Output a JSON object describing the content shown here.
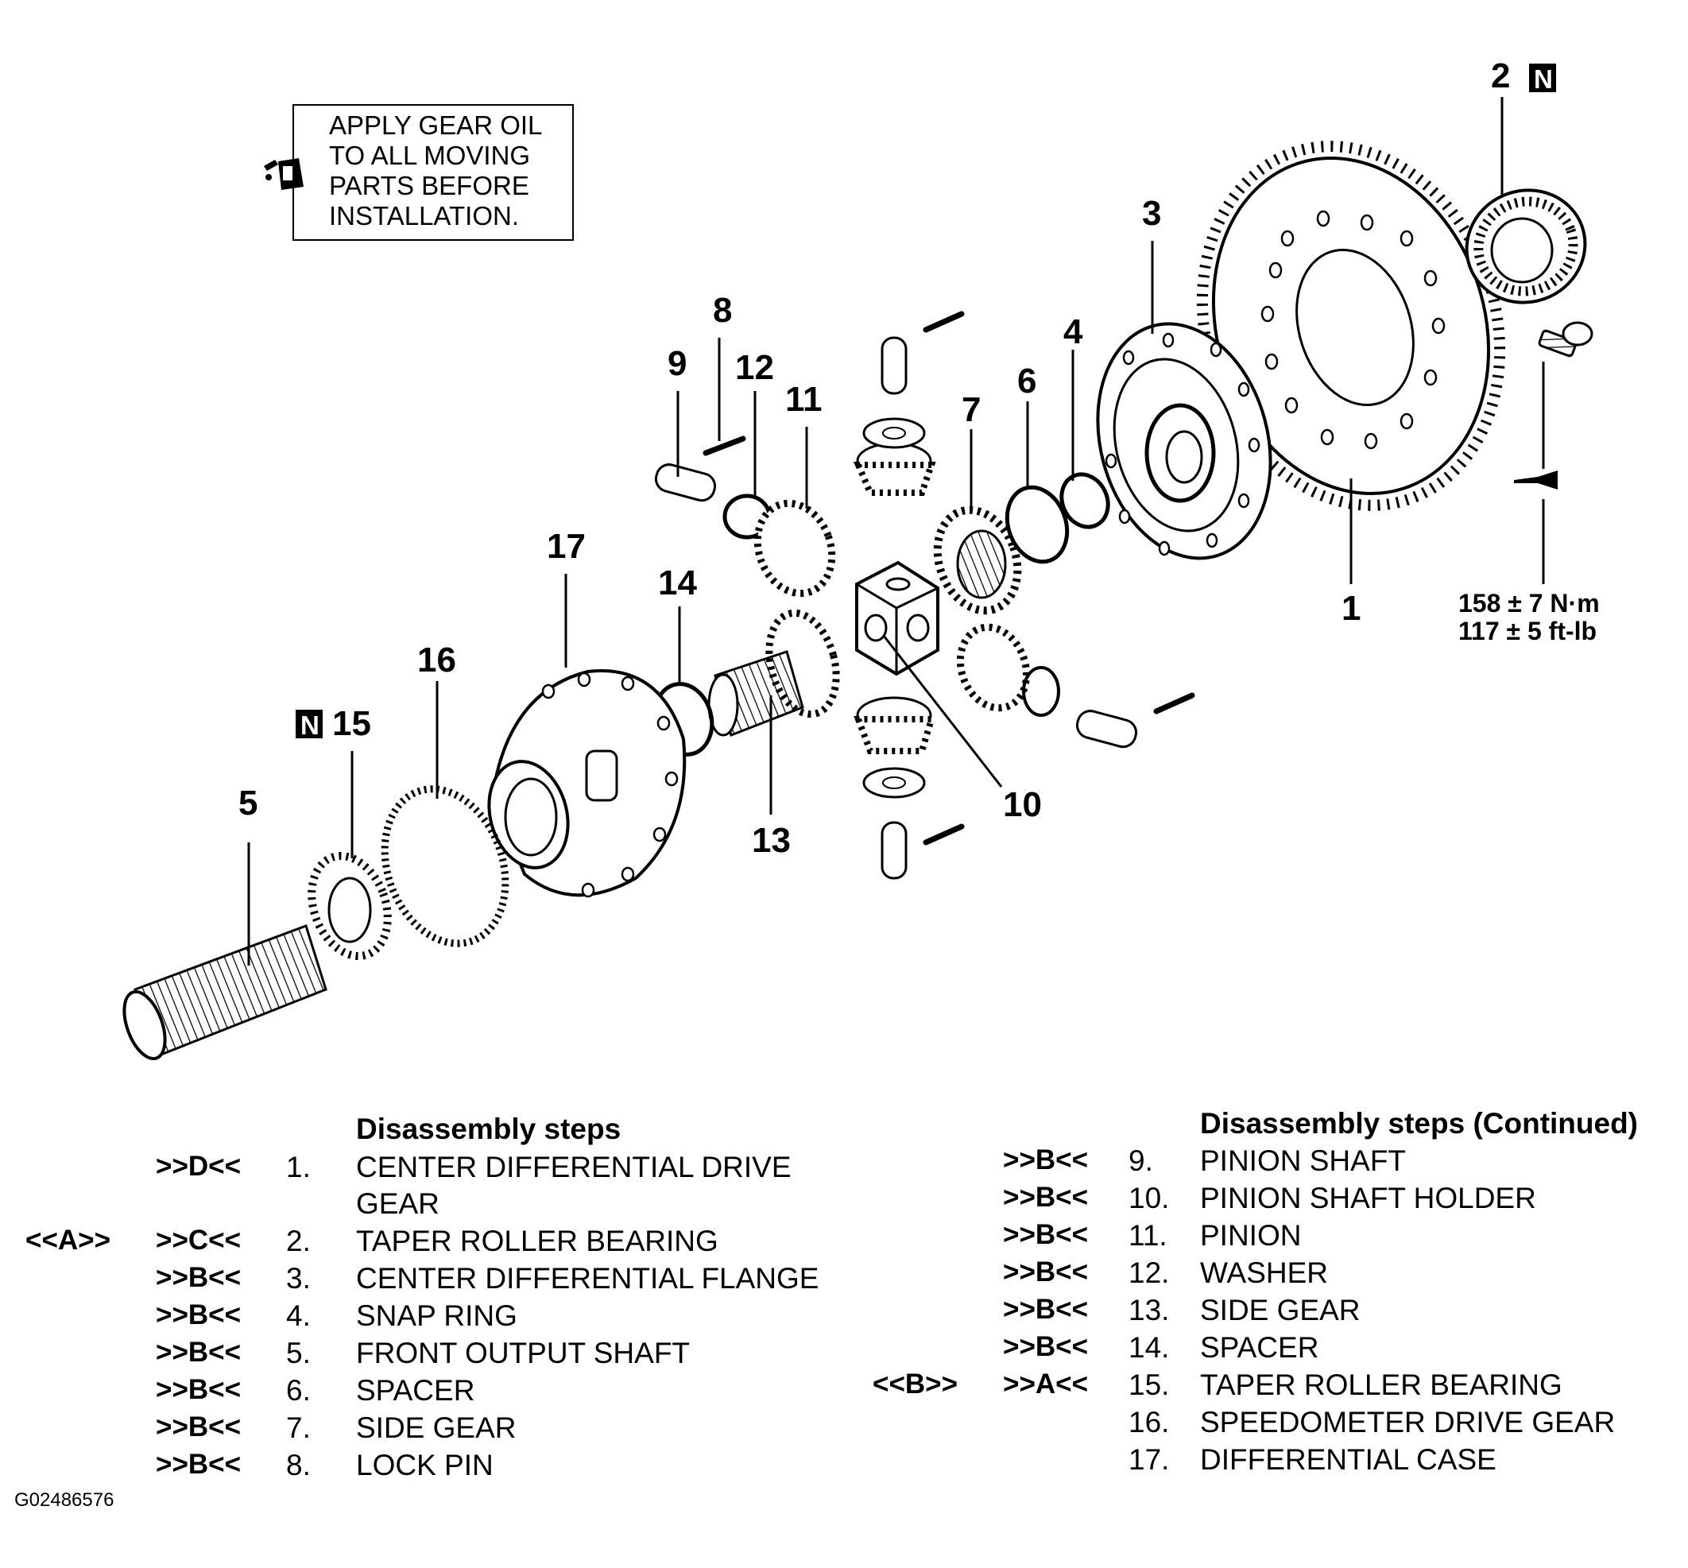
{
  "note": {
    "lines": [
      "APPLY GEAR OIL",
      "TO ALL MOVING",
      "PARTS BEFORE",
      "INSTALLATION."
    ],
    "icon": "oil-can-icon"
  },
  "callouts": [
    "1",
    "2",
    "3",
    "4",
    "5",
    "6",
    "7",
    "8",
    "9",
    "10",
    "11",
    "12",
    "13",
    "14",
    "15",
    "16",
    "17"
  ],
  "new_part_mark": "N",
  "torque": {
    "metric": "158 ± 7 N·m",
    "imperial": "117 ± 5 ft-lb"
  },
  "steps_left": {
    "header": "Disassembly steps",
    "items": [
      {
        "install": "",
        "remove": ">>D<<",
        "num": "1.",
        "name": "CENTER DIFFERENTIAL DRIVE",
        "name2": "GEAR"
      },
      {
        "install": "<<A>>",
        "remove": ">>C<<",
        "num": "2.",
        "name": "TAPER ROLLER BEARING"
      },
      {
        "install": "",
        "remove": ">>B<<",
        "num": "3.",
        "name": "CENTER DIFFERENTIAL FLANGE"
      },
      {
        "install": "",
        "remove": ">>B<<",
        "num": "4.",
        "name": "SNAP RING"
      },
      {
        "install": "",
        "remove": ">>B<<",
        "num": "5.",
        "name": "FRONT OUTPUT SHAFT"
      },
      {
        "install": "",
        "remove": ">>B<<",
        "num": "6.",
        "name": "SPACER"
      },
      {
        "install": "",
        "remove": ">>B<<",
        "num": "7.",
        "name": "SIDE GEAR"
      },
      {
        "install": "",
        "remove": ">>B<<",
        "num": "8.",
        "name": "LOCK PIN"
      }
    ]
  },
  "steps_right": {
    "header": "Disassembly steps (Continued)",
    "items": [
      {
        "install": "",
        "remove": ">>B<<",
        "num": "9.",
        "name": "PINION SHAFT"
      },
      {
        "install": "",
        "remove": ">>B<<",
        "num": "10.",
        "name": "PINION SHAFT HOLDER"
      },
      {
        "install": "",
        "remove": ">>B<<",
        "num": "11.",
        "name": "PINION"
      },
      {
        "install": "",
        "remove": ">>B<<",
        "num": "12.",
        "name": "WASHER"
      },
      {
        "install": "",
        "remove": ">>B<<",
        "num": "13.",
        "name": "SIDE GEAR"
      },
      {
        "install": "",
        "remove": ">>B<<",
        "num": "14.",
        "name": "SPACER"
      },
      {
        "install": "<<B>>",
        "remove": ">>A<<",
        "num": "15.",
        "name": "TAPER ROLLER BEARING"
      },
      {
        "install": "",
        "remove": "",
        "num": "16.",
        "name": "SPEEDOMETER DRIVE GEAR"
      },
      {
        "install": "",
        "remove": "",
        "num": "17.",
        "name": "DIFFERENTIAL CASE"
      }
    ]
  },
  "doc_id": "G02486576"
}
